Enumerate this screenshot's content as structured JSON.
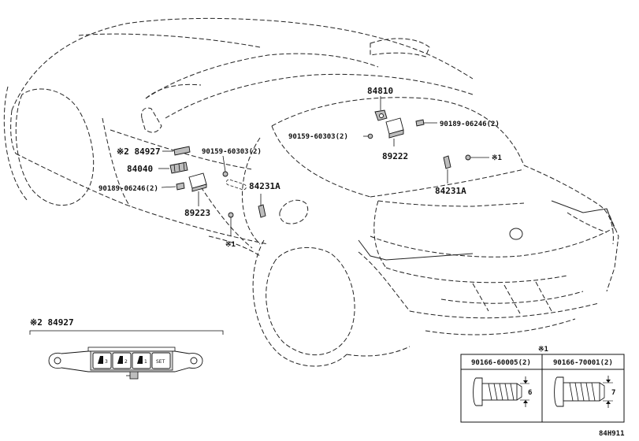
{
  "callouts": {
    "p84810": "84810",
    "p90159_right": "90159-60303(2)",
    "p90189_right": "90189-06246(2)",
    "p89222": "89222",
    "mark1_right": "※1",
    "p84231a_right": "84231A",
    "p84927": "※2 84927",
    "p90159_left": "90159-60303(2)",
    "p84040": "84040",
    "p90189_left": "90189-06246(2)",
    "p84231a_left": "84231A",
    "p89223": "89223",
    "mark1_left": "※1"
  },
  "switch_detail": {
    "title": "※2 84927",
    "buttons": [
      "3",
      "2",
      "1",
      "SET"
    ]
  },
  "fastener_table": {
    "mark": "※1",
    "columns": [
      {
        "part_no": "90166-60005(2)",
        "dimension": "6"
      },
      {
        "part_no": "90166-70001(2)",
        "dimension": "7"
      }
    ]
  },
  "figure_id": "84H911"
}
